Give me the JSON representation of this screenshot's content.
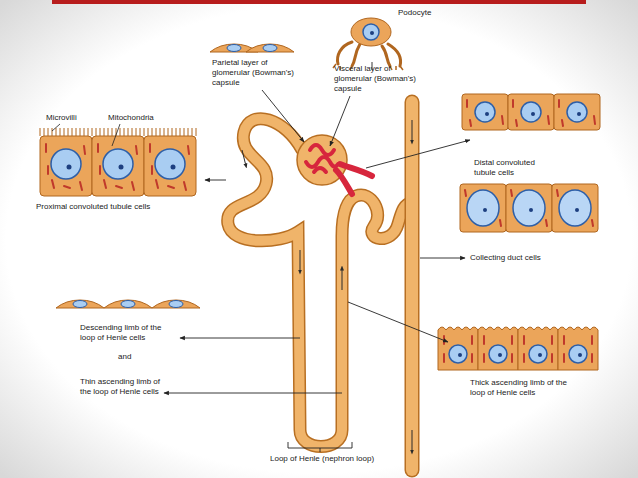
{
  "diagram": {
    "labels": [
      "Podocyte",
      "Parietal layer of glomerular (Bowman's) capsule",
      "Visceral layer of glomerular (Bowman's) capsule",
      "Microvilli",
      "Mitochondria",
      "Distal convoluted tubule cells",
      "Proximal convoluted tubule cells",
      "Collecting duct cells",
      "Descending limb of the loop of Henle cells",
      "and",
      "Thin ascending limb of the loop of Henle cells",
      "Thick ascending limb of the loop of Henle cells",
      "Loop of Henle (nephron loop)"
    ]
  }
}
